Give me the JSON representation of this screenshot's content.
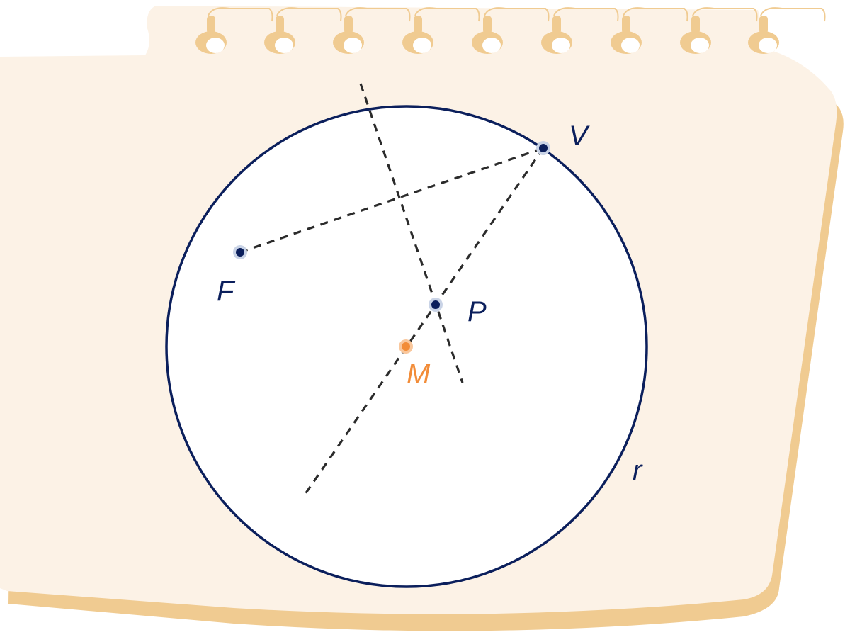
{
  "colors": {
    "paper": "#fcf2e6",
    "paper_shadow": "#f0cb91",
    "circle_fill": "#ffffff",
    "navy": "#0b1f5c",
    "point_halo": "#c9d3e6",
    "construction": "#2b2b2b",
    "highlight": "#f28c38",
    "highlight_halo": "#f9c79c"
  },
  "icons": {
    "paper": "spiral-notebook-page-icon"
  },
  "diagram": {
    "circle_label": "r",
    "points": [
      {
        "id": "F",
        "label": "F"
      },
      {
        "id": "V",
        "label": "V"
      },
      {
        "id": "P",
        "label": "P"
      },
      {
        "id": "M",
        "label": "M"
      }
    ]
  }
}
